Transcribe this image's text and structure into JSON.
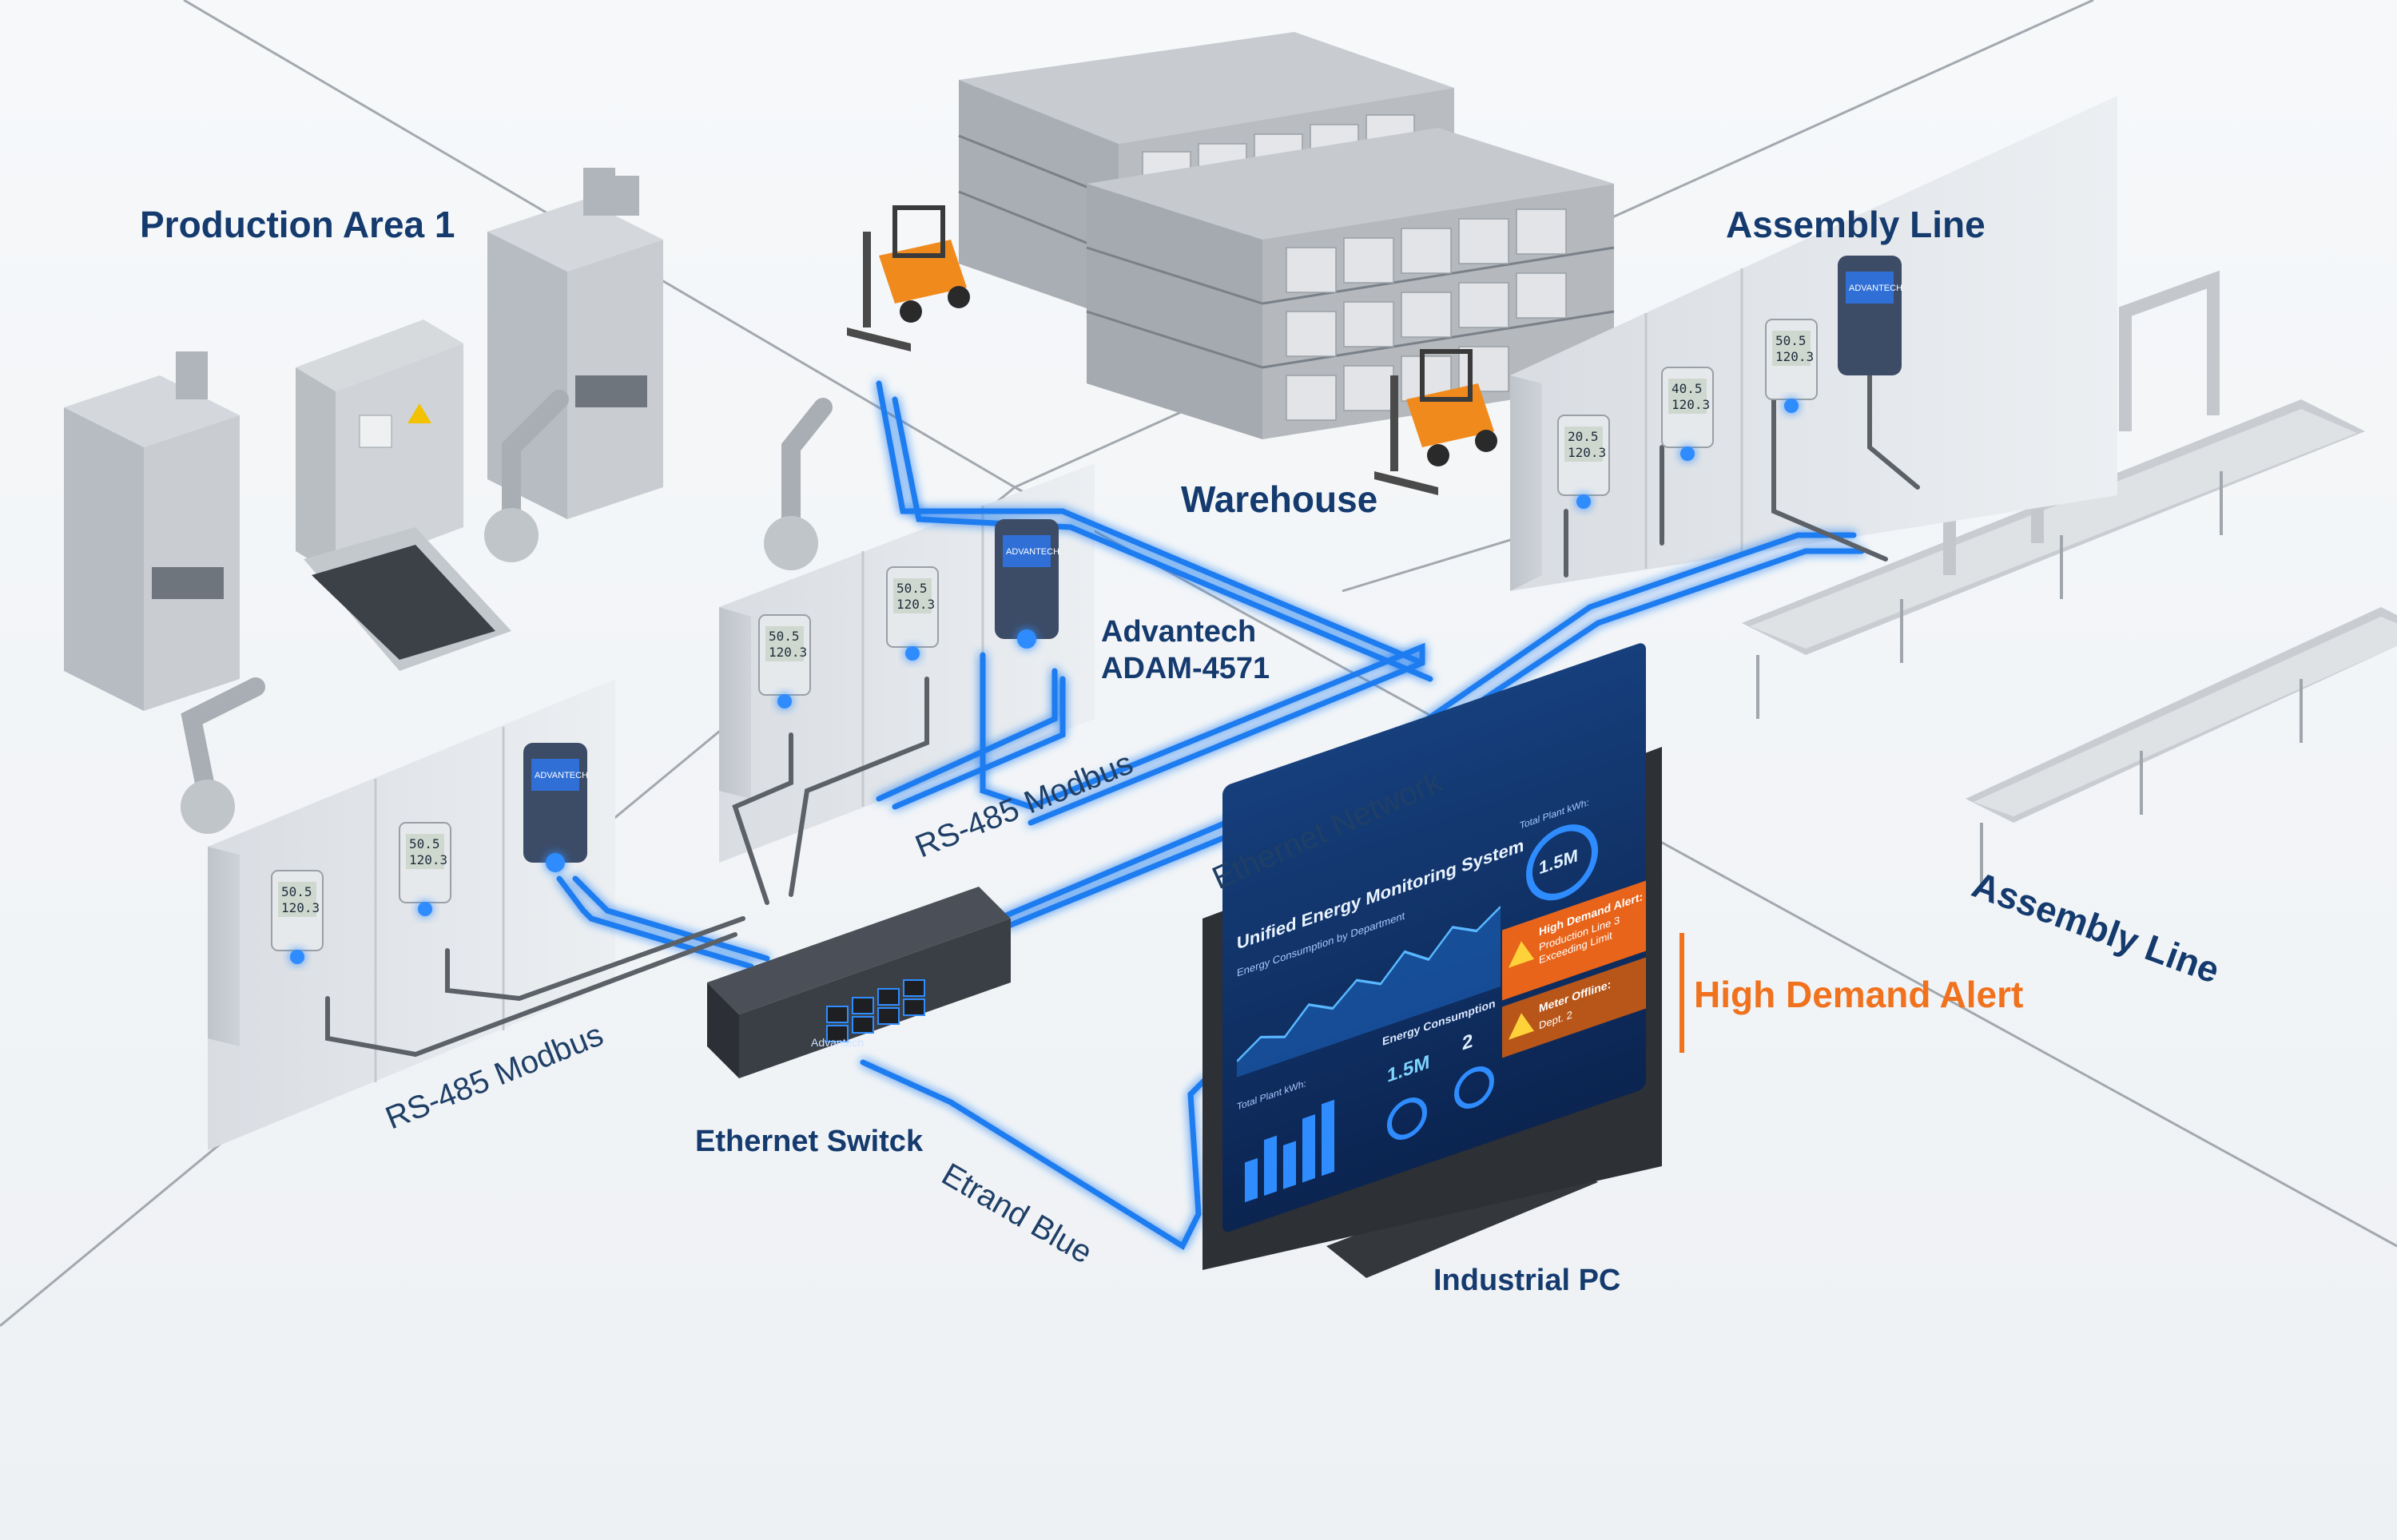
{
  "zones": {
    "production_area": "Production Area 1",
    "assembly_line_top": "Assembly Line",
    "warehouse": "Warehouse",
    "assembly_line_floor": "Assembly Line"
  },
  "devices": {
    "adam_line1": "Advantech",
    "adam_line2": "ADAM-4571",
    "ethernet_switch": "Ethernet Switck",
    "industrial_pc": "Industrial PC",
    "switch_brand": "Advantech",
    "adam_brand": "ADVANTECH"
  },
  "cables": {
    "rs485_front": "RS-485 Modbus",
    "rs485_mid": "RS-485 Modbus",
    "ethernet_network": "Ethernet Network",
    "etrand_blue": "Etrand Blue"
  },
  "meters": [
    {
      "line1": "50.5",
      "line2": "120.3"
    },
    {
      "line1": "50.5",
      "line2": "120.3"
    },
    {
      "line1": "50.5",
      "line2": "120.3"
    },
    {
      "line1": "50.5",
      "line2": "120.3"
    },
    {
      "line1": "20.5",
      "line2": "120.3"
    },
    {
      "line1": "40.5",
      "line2": "120.3"
    },
    {
      "line1": "50.5",
      "line2": "120.3"
    }
  ],
  "dashboard": {
    "title": "Unified Energy Monitoring System",
    "chart_title": "Energy Consumption by Department",
    "total_plant_label": "Total Plant kWh:",
    "total_plant_value": "1.5M",
    "energy_consumption_label": "Energy Consumption",
    "ec_total_value": "1.5M",
    "ec_count_value": "2",
    "total_plant_label_2": "Total Plant kWh:",
    "alerts": [
      {
        "title": "High Demand Alert:",
        "detail": "Production Line 3 Exceeding Limit",
        "color": "#e8641a"
      },
      {
        "title": "Meter Offline:",
        "detail": "Dept. 2",
        "color": "#b8561a"
      }
    ]
  },
  "callout": {
    "high_demand": "High Demand Alert"
  },
  "colors": {
    "accent_blue": "#2f8cff",
    "cable_blue": "#1f7cf0",
    "alert_orange": "#f0721e",
    "label_navy": "#143a6e",
    "forklift_orange": "#f08a1c"
  },
  "icons": [
    "forklift-icon",
    "robot-arm-icon",
    "warning-icon",
    "gauge-icon"
  ]
}
